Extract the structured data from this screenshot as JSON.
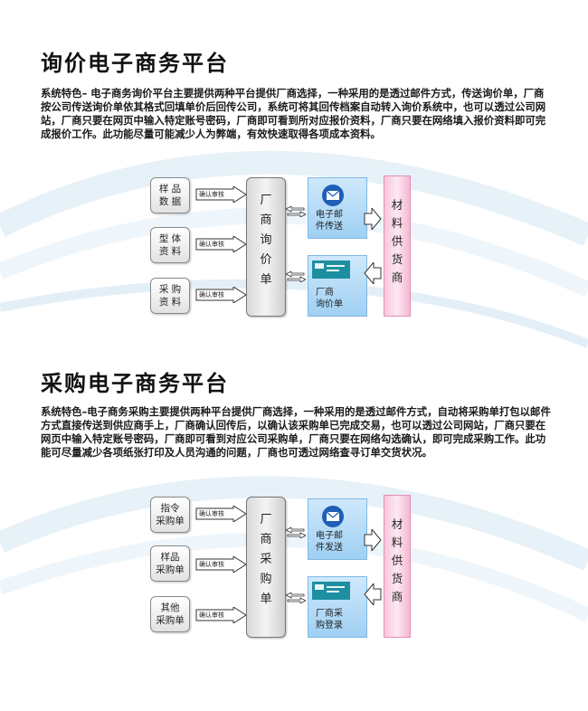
{
  "section1": {
    "title": "询价电子商务平台",
    "paragraph": "系统特色– 电子商务询价平台主要提供两种平台提供厂商选择，一种采用的是透过邮件方式，传送询价单，厂商按公司传送询价单依其格式回填单价后回传公司，系统可将其回传档案自动转入询价系统中，也可以透过公司网站，厂商只要在网页中输入特定账号密码，厂商即可看到所对应报价资料，厂商只要在网络填入报价资料即可完成报价工作。此功能尽量可能减少人为弊端，有效快速取得各项成本资料。",
    "sources": [
      "样 品\n数 据",
      "型 体\n资 料",
      "采 购\n资 料"
    ],
    "arrow_label": "确认审核",
    "center": "厂\n商\n询\n价\n单",
    "email_box": "电子邮\n件传送",
    "web_box": "厂商\n询价单",
    "supplier": "材\n料\n供\n货\n商"
  },
  "section2": {
    "title": "采购电子商务平台",
    "paragraph": "系统特色–电子商务采购主要提供两种平台提供厂商选择，一种采用的是透过邮件方式，自动将采购单打包以邮件方式直接传送到供应商手上，厂商确认回传后，以确认该采购单已完成交易，也可以透过公司网站，厂商只要在网页中输入特定账号密码，厂商即可看到对应公司采购单，厂商只要在网络勾选确认，即可完成采购工作。此功能可尽量减少各项纸张打印及人员沟通的问题，厂商也可透过网络查寻订单交货状况。",
    "sources": [
      "指令\n采购单",
      "样品\n采购单",
      "其他\n采购单"
    ],
    "arrow_label": "确认审核",
    "center": "厂\n商\n采\n购\n单",
    "email_box": "电子邮\n件发送",
    "web_box": "厂商采\n购登录",
    "supplier": "材\n料\n供\n货\n商"
  }
}
